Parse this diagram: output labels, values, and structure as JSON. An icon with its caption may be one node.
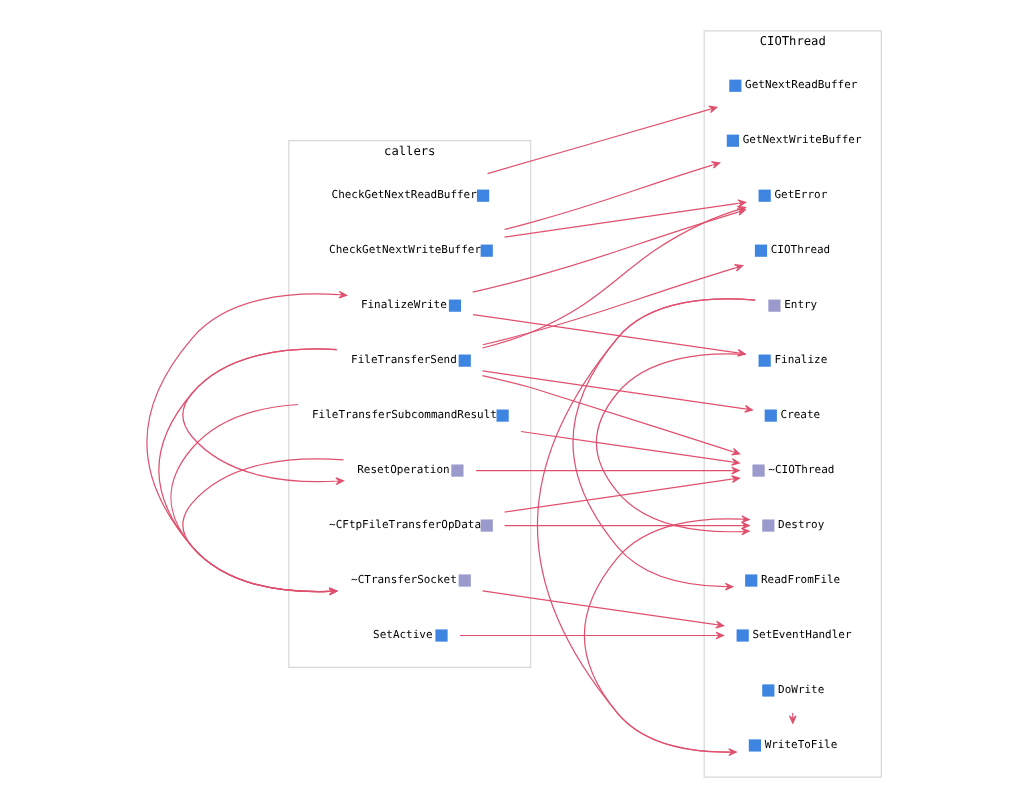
{
  "diagram": {
    "nodes": [
      {
        "text": [
          "callers"
        ]
      },
      {
        "text": [
          "CheckGetNextReadBuffer"
        ],
        "in": 0
      },
      {
        "text": [
          "CheckGetNextWriteBuffer"
        ],
        "in": 0
      },
      {
        "text": [
          "FileTransferSend"
        ],
        "in": 0
      },
      {
        "text": [
          "FileTransferSubcommandResult"
        ],
        "in": 0
      },
      {
        "text": [
          "FinalizeWrite"
        ],
        "in": 0
      },
      {
        "text": [
          "ResetOperation"
        ],
        "in": 0
      },
      {
        "text": [
          "SetActive"
        ],
        "in": 0
      },
      {
        "text": [
          "~CFtpFileTransferOpData"
        ],
        "in": 0
      },
      {
        "text": [
          "~CTransferSocket"
        ],
        "in": 0
      },
      {
        "text": [
          "CIOThread"
        ]
      },
      {
        "text": [
          "CIOThread"
        ],
        "in": 10
      },
      {
        "text": [
          "Create"
        ],
        "in": 10
      },
      {
        "text": [
          "Destroy"
        ],
        "in": 10
      },
      {
        "text": [
          "DoWrite"
        ],
        "in": 10
      },
      {
        "text": [
          "Entry"
        ],
        "in": 10
      },
      {
        "text": [
          "Finalize"
        ],
        "in": 10
      },
      {
        "text": [
          "GetError"
        ],
        "in": 10
      },
      {
        "text": [
          "GetNextReadBuffer"
        ],
        "in": 10
      },
      {
        "text": [
          "GetNextWriteBuffer"
        ],
        "in": 10
      },
      {
        "text": [
          "ReadFromFile"
        ],
        "in": 10
      },
      {
        "text": [
          "SetEventHandler"
        ],
        "in": 10
      },
      {
        "text": [
          "WriteToFile"
        ],
        "in": 10
      },
      {
        "text": [
          "~CIOThread"
        ],
        "in": 10
      }
    ],
    "edges": [
      {
        "from": 1,
        "to": 18,
        "arrow": "to"
      },
      {
        "from": 2,
        "to": 17,
        "arrow": "to"
      },
      {
        "from": 2,
        "to": 19,
        "arrow": "to"
      },
      {
        "from": 3,
        "to": 11,
        "arrow": "to"
      },
      {
        "from": 3,
        "to": 12,
        "arrow": "to"
      },
      {
        "from": 3,
        "to": 17,
        "arrow": "to"
      },
      {
        "from": 3,
        "to": 23,
        "arrow": "to"
      },
      {
        "from": 4,
        "to": 23,
        "arrow": "to"
      },
      {
        "from": 5,
        "to": 16,
        "arrow": "to"
      },
      {
        "from": 5,
        "to": 17,
        "arrow": "to"
      },
      {
        "from": 6,
        "to": 23,
        "arrow": "to"
      },
      {
        "from": 7,
        "to": 21,
        "arrow": "to"
      },
      {
        "from": 8,
        "to": 13,
        "arrow": "to"
      },
      {
        "from": 8,
        "to": 23,
        "arrow": "to"
      },
      {
        "from": 9,
        "to": 21,
        "arrow": "to"
      },
      {
        "from": 15,
        "to": 20,
        "arrow": "to"
      },
      {
        "from": 15,
        "to": 22,
        "arrow": "to"
      },
      {
        "from": 22,
        "to": 13,
        "arrow": "to"
      },
      {
        "from": 14,
        "to": 22,
        "arrow": "to"
      },
      {
        "from": 16,
        "to": 13,
        "arrow": "to"
      },
      {
        "from": 3,
        "to": 6,
        "arrow": "to"
      },
      {
        "from": 4,
        "to": 9,
        "arrow": "to"
      },
      {
        "from": 9,
        "to": 5,
        "arrow": "to"
      },
      {
        "from": 3,
        "to": 9,
        "arrow": "to"
      },
      {
        "from": 6,
        "to": 9,
        "arrow": "to"
      }
    ]
  }
}
